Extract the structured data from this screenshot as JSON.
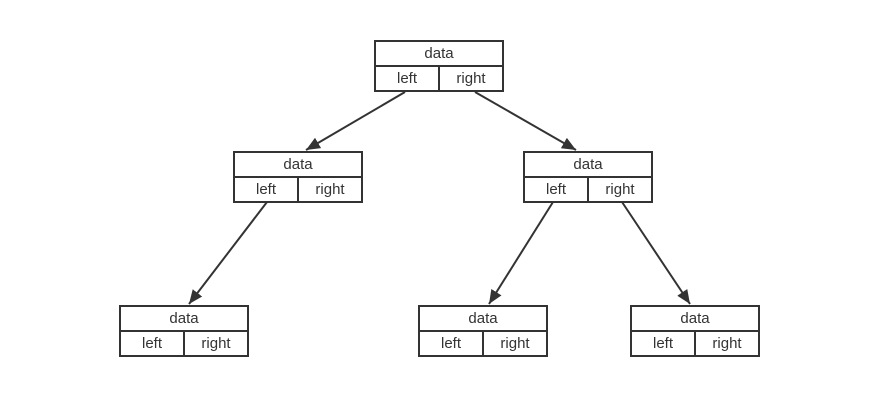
{
  "diagram": {
    "title": "binary-tree-node-structure",
    "background_color": "#ffffff",
    "stroke_color": "#333333",
    "text_color": "#333333",
    "nodes": [
      {
        "id": "root",
        "data_label": "data",
        "left_label": "left",
        "right_label": "right"
      },
      {
        "id": "child-left",
        "data_label": "data",
        "left_label": "left",
        "right_label": "right"
      },
      {
        "id": "child-right",
        "data_label": "data",
        "left_label": "left",
        "right_label": "right"
      },
      {
        "id": "leaf-left",
        "data_label": "data",
        "left_label": "left",
        "right_label": "right"
      },
      {
        "id": "leaf-middle",
        "data_label": "data",
        "left_label": "left",
        "right_label": "right"
      },
      {
        "id": "leaf-right",
        "data_label": "data",
        "left_label": "left",
        "right_label": "right"
      }
    ],
    "edges": [
      {
        "from": "root.left",
        "to": "child-left"
      },
      {
        "from": "root.right",
        "to": "child-right"
      },
      {
        "from": "child-left.left",
        "to": "leaf-left"
      },
      {
        "from": "child-right.left",
        "to": "leaf-middle"
      },
      {
        "from": "child-right.right",
        "to": "leaf-right"
      }
    ]
  }
}
